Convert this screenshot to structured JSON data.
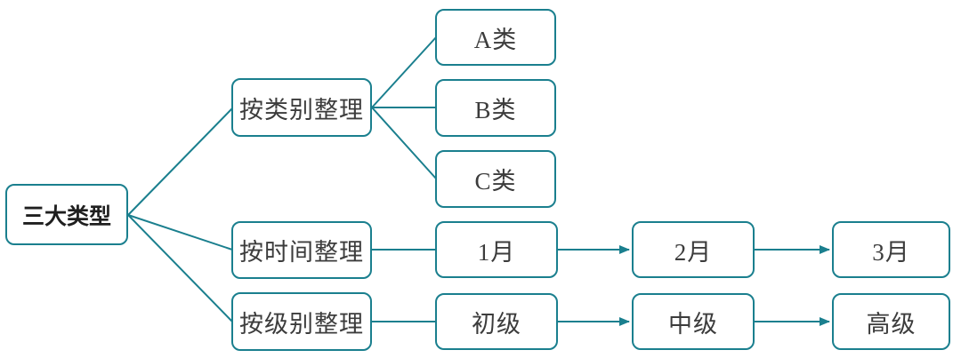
{
  "diagram": {
    "root": {
      "label": "三大类型"
    },
    "branches": [
      {
        "label": "按类别整理",
        "link_style": "fan",
        "children": [
          {
            "label": "A类"
          },
          {
            "label": "B类"
          },
          {
            "label": "C类"
          }
        ]
      },
      {
        "label": "按时间整理",
        "link_style": "sequence-with-arrows",
        "children": [
          {
            "label": "1月"
          },
          {
            "label": "2月"
          },
          {
            "label": "3月"
          }
        ]
      },
      {
        "label": "按级别整理",
        "link_style": "sequence-with-arrows",
        "children": [
          {
            "label": "初级"
          },
          {
            "label": "中级"
          },
          {
            "label": "高级"
          }
        ]
      }
    ],
    "colors": {
      "accent": "#1a7f8e",
      "text": "#3c3c3c",
      "root_text": "#1f1f1f",
      "background": "#ffffff"
    }
  }
}
